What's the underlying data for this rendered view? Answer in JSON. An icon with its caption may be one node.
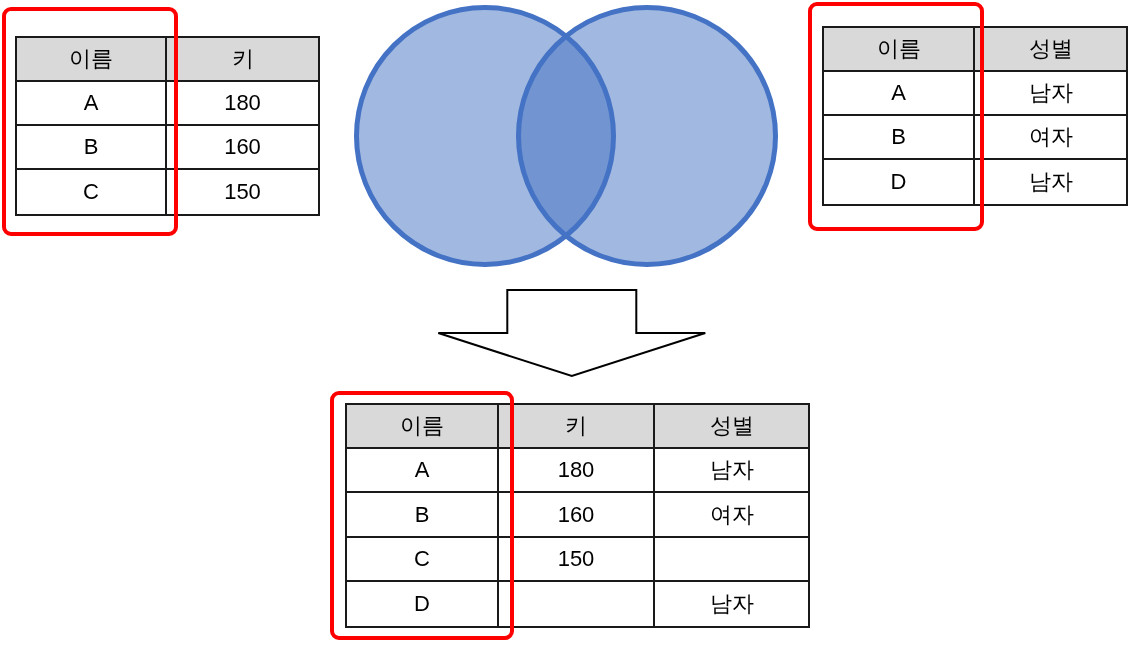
{
  "diagram": {
    "nodes": [
      {
        "text": [
          "이름",
          "키",
          "A",
          "180",
          "B",
          "160",
          "C",
          "150"
        ]
      },
      {
        "text": [],
        "shape": "circle"
      },
      {
        "text": [],
        "shape": "circle"
      },
      {
        "text": [
          "이름",
          "성별",
          "A",
          "남자",
          "B",
          "여자",
          "D",
          "남자"
        ]
      },
      {
        "text": [
          "이름",
          "키",
          "성별",
          "A",
          "180",
          "남자",
          "B",
          "160",
          "여자",
          "C",
          "150",
          "D",
          "남자"
        ]
      }
    ],
    "edges": [
      {
        "from": 1,
        "to": 4,
        "arrow": "to"
      },
      {
        "from": 2,
        "to": 4,
        "arrow": "to"
      }
    ]
  }
}
